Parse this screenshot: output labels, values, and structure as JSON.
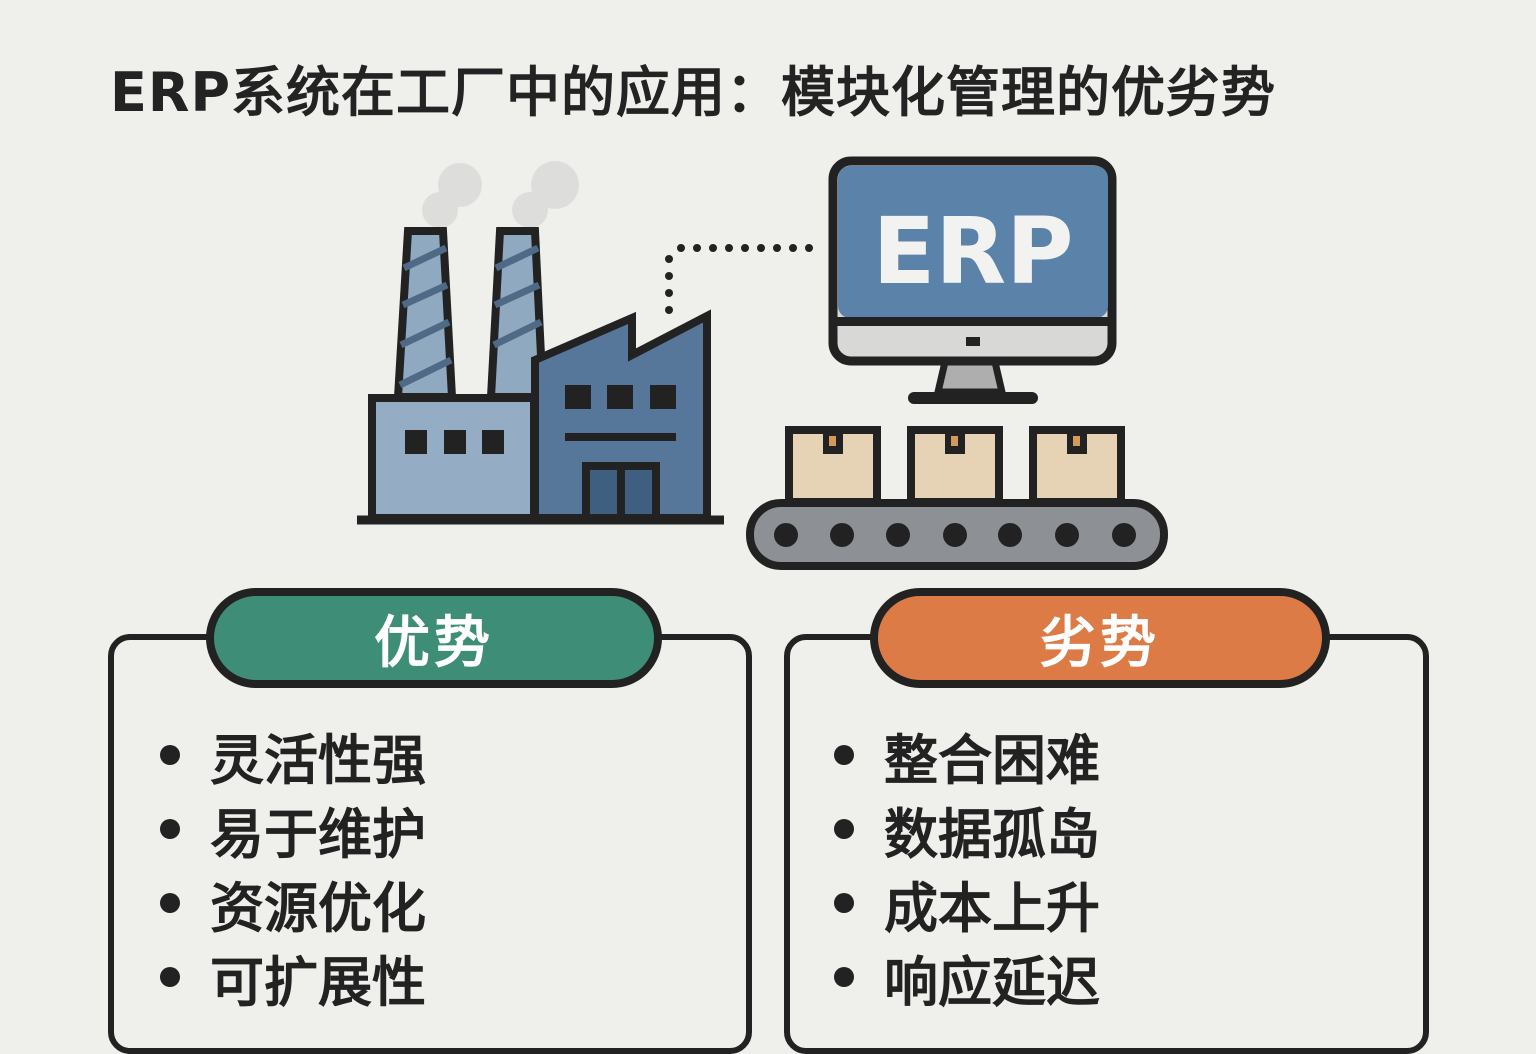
{
  "title": "ERP系统在工厂中的应用：模块化管理的优劣势",
  "illustration": {
    "monitor_text": "ERP",
    "icons": [
      "factory-icon",
      "monitor-icon",
      "conveyor-icon",
      "box-icon"
    ]
  },
  "pros": {
    "heading": "优势",
    "items": [
      "灵活性强",
      "易于维护",
      "资源优化",
      "可扩展性"
    ]
  },
  "cons": {
    "heading": "劣势",
    "items": [
      "整合困难",
      "数据孤岛",
      "成本上升",
      "响应延迟"
    ]
  },
  "colors": {
    "background": "#efefeb",
    "pros_accent": "#3e8e77",
    "cons_accent": "#dc7b45",
    "screen": "#5b82a8",
    "box": "#e6d3b5"
  }
}
